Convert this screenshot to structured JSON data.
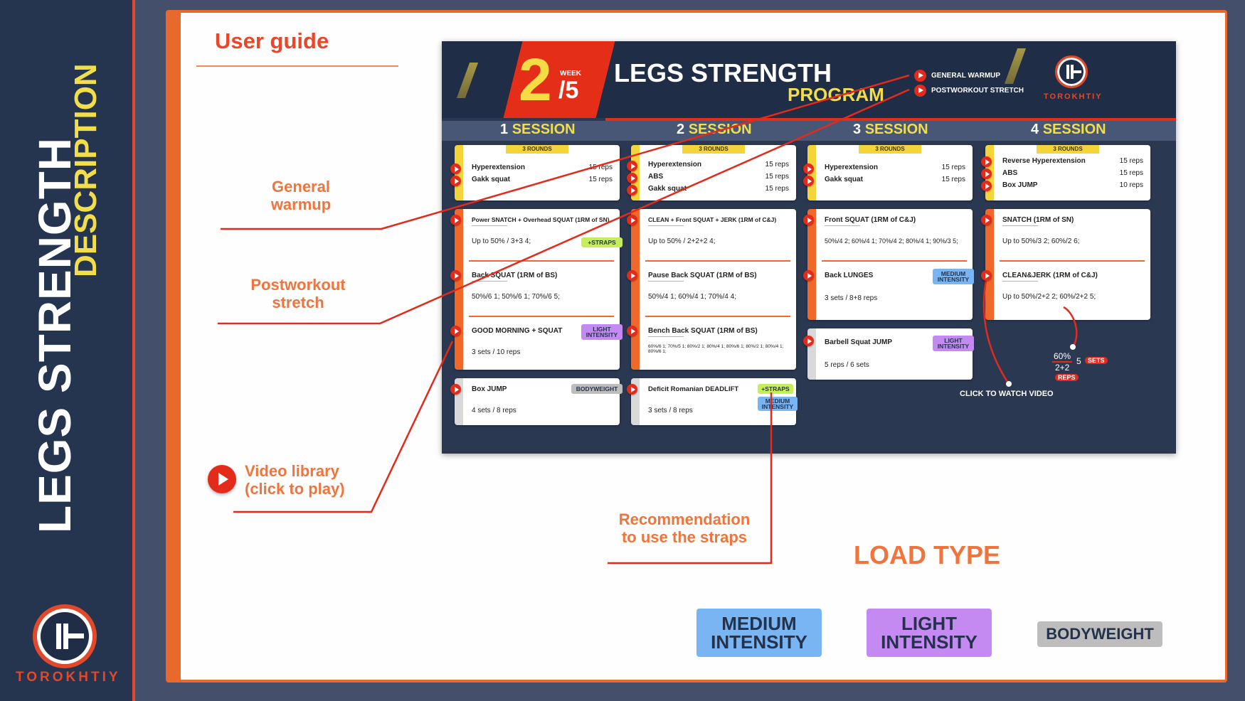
{
  "sidebar": {
    "title_line1": "LEGS STRENGTH",
    "title_line2": "DESCRIPTION",
    "brand": "TOROKHTIY",
    "logo_icon": "torokhtiy-logo-icon"
  },
  "guide": {
    "heading": "User guide",
    "annotations": {
      "general_warmup": "General\nwarmup",
      "postworkout": "Postworkout\nstretch",
      "video_library": "Video library\n(click to play)",
      "straps": "Recommendation\nto use the straps"
    },
    "load_type": {
      "title": "LOAD TYPE",
      "medium": "MEDIUM\nINTENSITY",
      "light": "LIGHT\nINTENSITY",
      "bodyweight": "BODYWEIGHT"
    }
  },
  "program": {
    "week_number": "2",
    "week_label": "WEEK",
    "week_total": "/5",
    "title": "LEGS STRENGTH",
    "subtitle": "PROGRAM",
    "links": [
      "GENERAL WARMUP",
      "POSTWORKOUT STRETCH"
    ],
    "brand": "TOROKHTIY",
    "sessions": [
      {
        "label_num": "1",
        "label": "SESSION",
        "warmup": {
          "rounds": "3 ROUNDS",
          "items": [
            [
              "Hyperextension",
              "15 reps"
            ],
            [
              "Gakk squat",
              "15 reps"
            ]
          ]
        },
        "main": [
          {
            "name": "Power SNATCH + Overhead SQUAT (1RM of SN)",
            "scheme": "Up to 50% / 3+3  4;",
            "badge": "+STRAPS"
          },
          {
            "name": "Back SQUAT (1RM of BS)",
            "scheme": "50%/6 1;  50%/6 1;  70%/6 5;"
          },
          {
            "name": "GOOD MORNING + SQUAT",
            "scheme": "3 sets / 10 reps",
            "badge": "LIGHT\nINTENSITY"
          }
        ],
        "extra": {
          "name": "Box JUMP",
          "scheme": "4 sets / 8 reps",
          "badge": "BODYWEIGHT"
        }
      },
      {
        "label_num": "2",
        "label": "SESSION",
        "warmup": {
          "rounds": "3 ROUNDS",
          "items": [
            [
              "Hyperextension",
              "15 reps"
            ],
            [
              "ABS",
              "15 reps"
            ],
            [
              "Gakk squat",
              "15 reps"
            ]
          ]
        },
        "main": [
          {
            "name": "CLEAN + Front SQUAT + JERK (1RM of C&J)",
            "scheme": "Up to 50% / 2+2+2  4;"
          },
          {
            "name": "Pause Back SQUAT (1RM of BS)",
            "scheme": "50%/4 1;  60%/4 1;  70%/4 4;"
          },
          {
            "name": "Bench Back SQUAT (1RM of BS)",
            "scheme": "60%/6 1; 70%/5 1; 80%/2 1; 80%/4 1; 80%/6 1; 80%/2 1; 80%/4 1; 80%/6 1;"
          }
        ],
        "extra": {
          "name": "Deficit Romanian DEADLIFT",
          "scheme": "3 sets / 8 reps",
          "badge": "+STRAPS",
          "badge2": "MEDIUM\nINTENSITY"
        }
      },
      {
        "label_num": "3",
        "label": "SESSION",
        "warmup": {
          "rounds": "3 ROUNDS",
          "items": [
            [
              "Hyperextension",
              "15 reps"
            ],
            [
              "Gakk squat",
              "15 reps"
            ]
          ]
        },
        "main": [
          {
            "name": "Front SQUAT (1RM of C&J)",
            "scheme": "50%/4 2;  60%/4 1;  70%/4 2;  80%/4 1;  90%/3 5;"
          },
          {
            "name": "Back LUNGES",
            "scheme": "3 sets / 8+8 reps",
            "badge": "MEDIUM\nINTENSITY"
          }
        ],
        "extra": {
          "name": "Barbell Squat JUMP",
          "scheme": "5 reps / 6 sets",
          "badge": "LIGHT\nINTENSITY"
        }
      },
      {
        "label_num": "4",
        "label": "SESSION",
        "warmup": {
          "rounds": "3 ROUNDS",
          "items": [
            [
              "Reverse Hyperextension",
              "15 reps"
            ],
            [
              "ABS",
              "15 reps"
            ],
            [
              "Box JUMP",
              "10 reps"
            ]
          ]
        },
        "main": [
          {
            "name": "SNATCH (1RM of SN)",
            "scheme": "Up to 50%/3 2;  60%/2 6;"
          },
          {
            "name": "CLEAN&JERK (1RM of C&J)",
            "scheme": "Up to 50%/2+2 2;  60%/2+2 5;"
          }
        ]
      }
    ],
    "legend": {
      "pct": "60%",
      "reps_num": "2+2",
      "sets_num": "5",
      "sets_label": "SETS",
      "reps_label": "REPS",
      "click": "CLICK TO WATCH VIDEO"
    }
  },
  "colors": {
    "accent": "#f0743c",
    "red": "#e42a1a",
    "navy": "#25344f",
    "yellow": "#f1de4a"
  }
}
